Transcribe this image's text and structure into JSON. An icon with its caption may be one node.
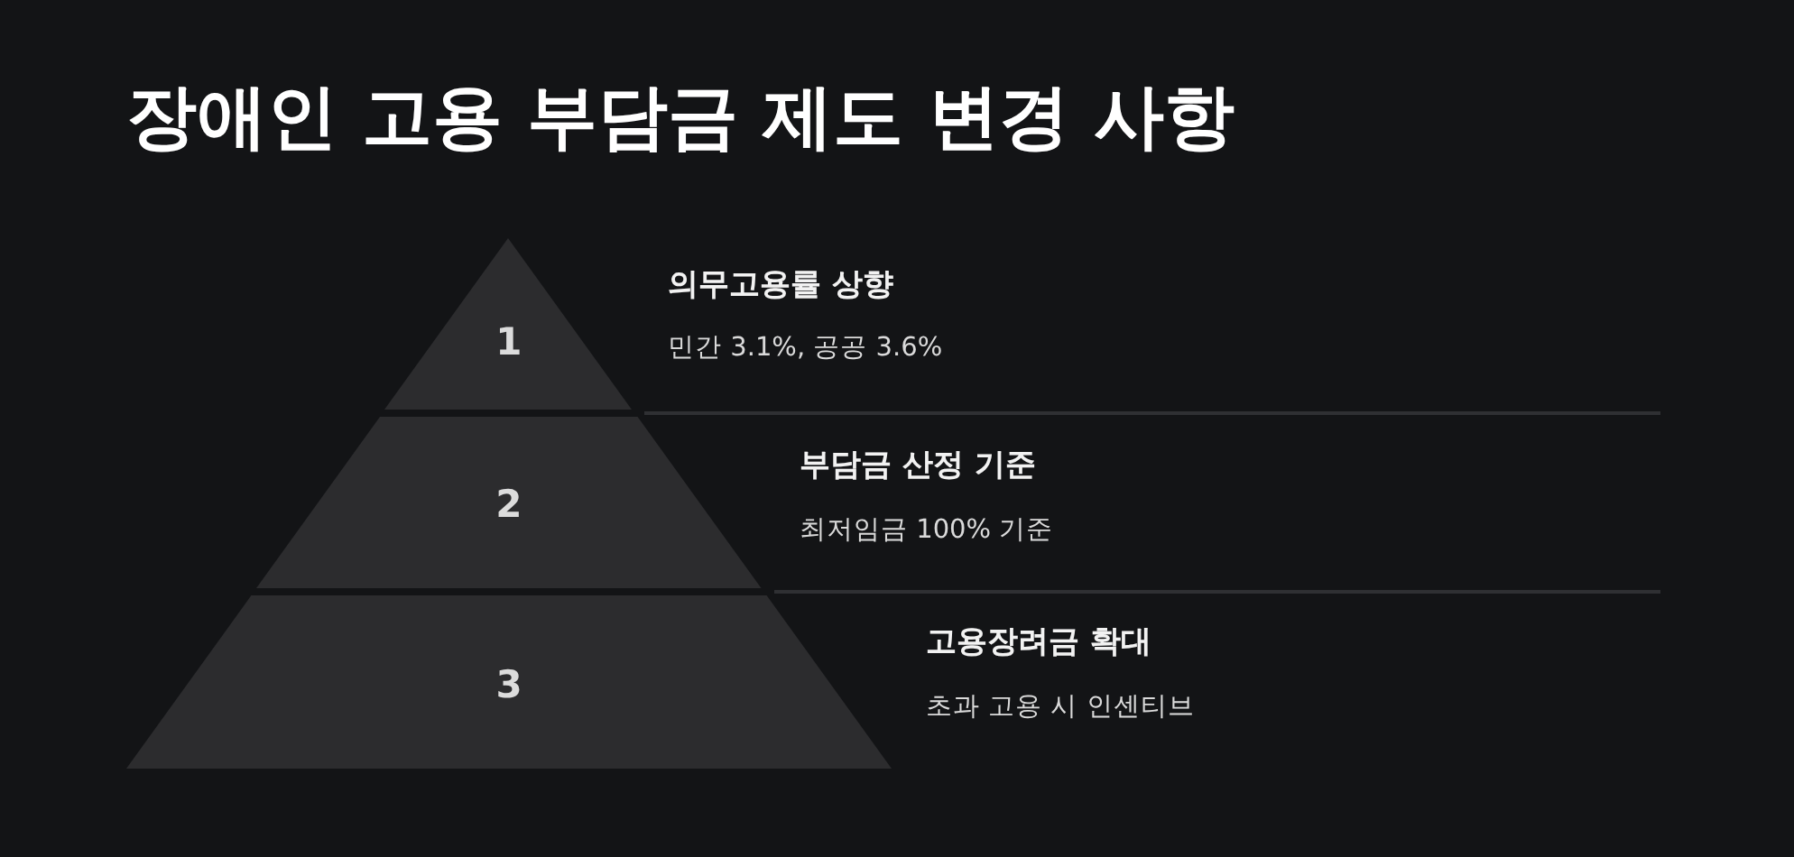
{
  "diagram": {
    "title": "장애인 고용 부담금 제도 변경 사항",
    "nodes": [
      {
        "text": [
          "1"
        ],
        "beside": [
          "의무고용률 상향",
          "민간 3.1%, 공공 3.6%"
        ]
      },
      {
        "text": [
          "2"
        ],
        "beside": [
          "부담금 산정 기준",
          "최저임금 100% 기준"
        ]
      },
      {
        "text": [
          "3"
        ],
        "beside": [
          "고용장려금 확대",
          "초과 고용 시 인센티브"
        ]
      }
    ]
  }
}
